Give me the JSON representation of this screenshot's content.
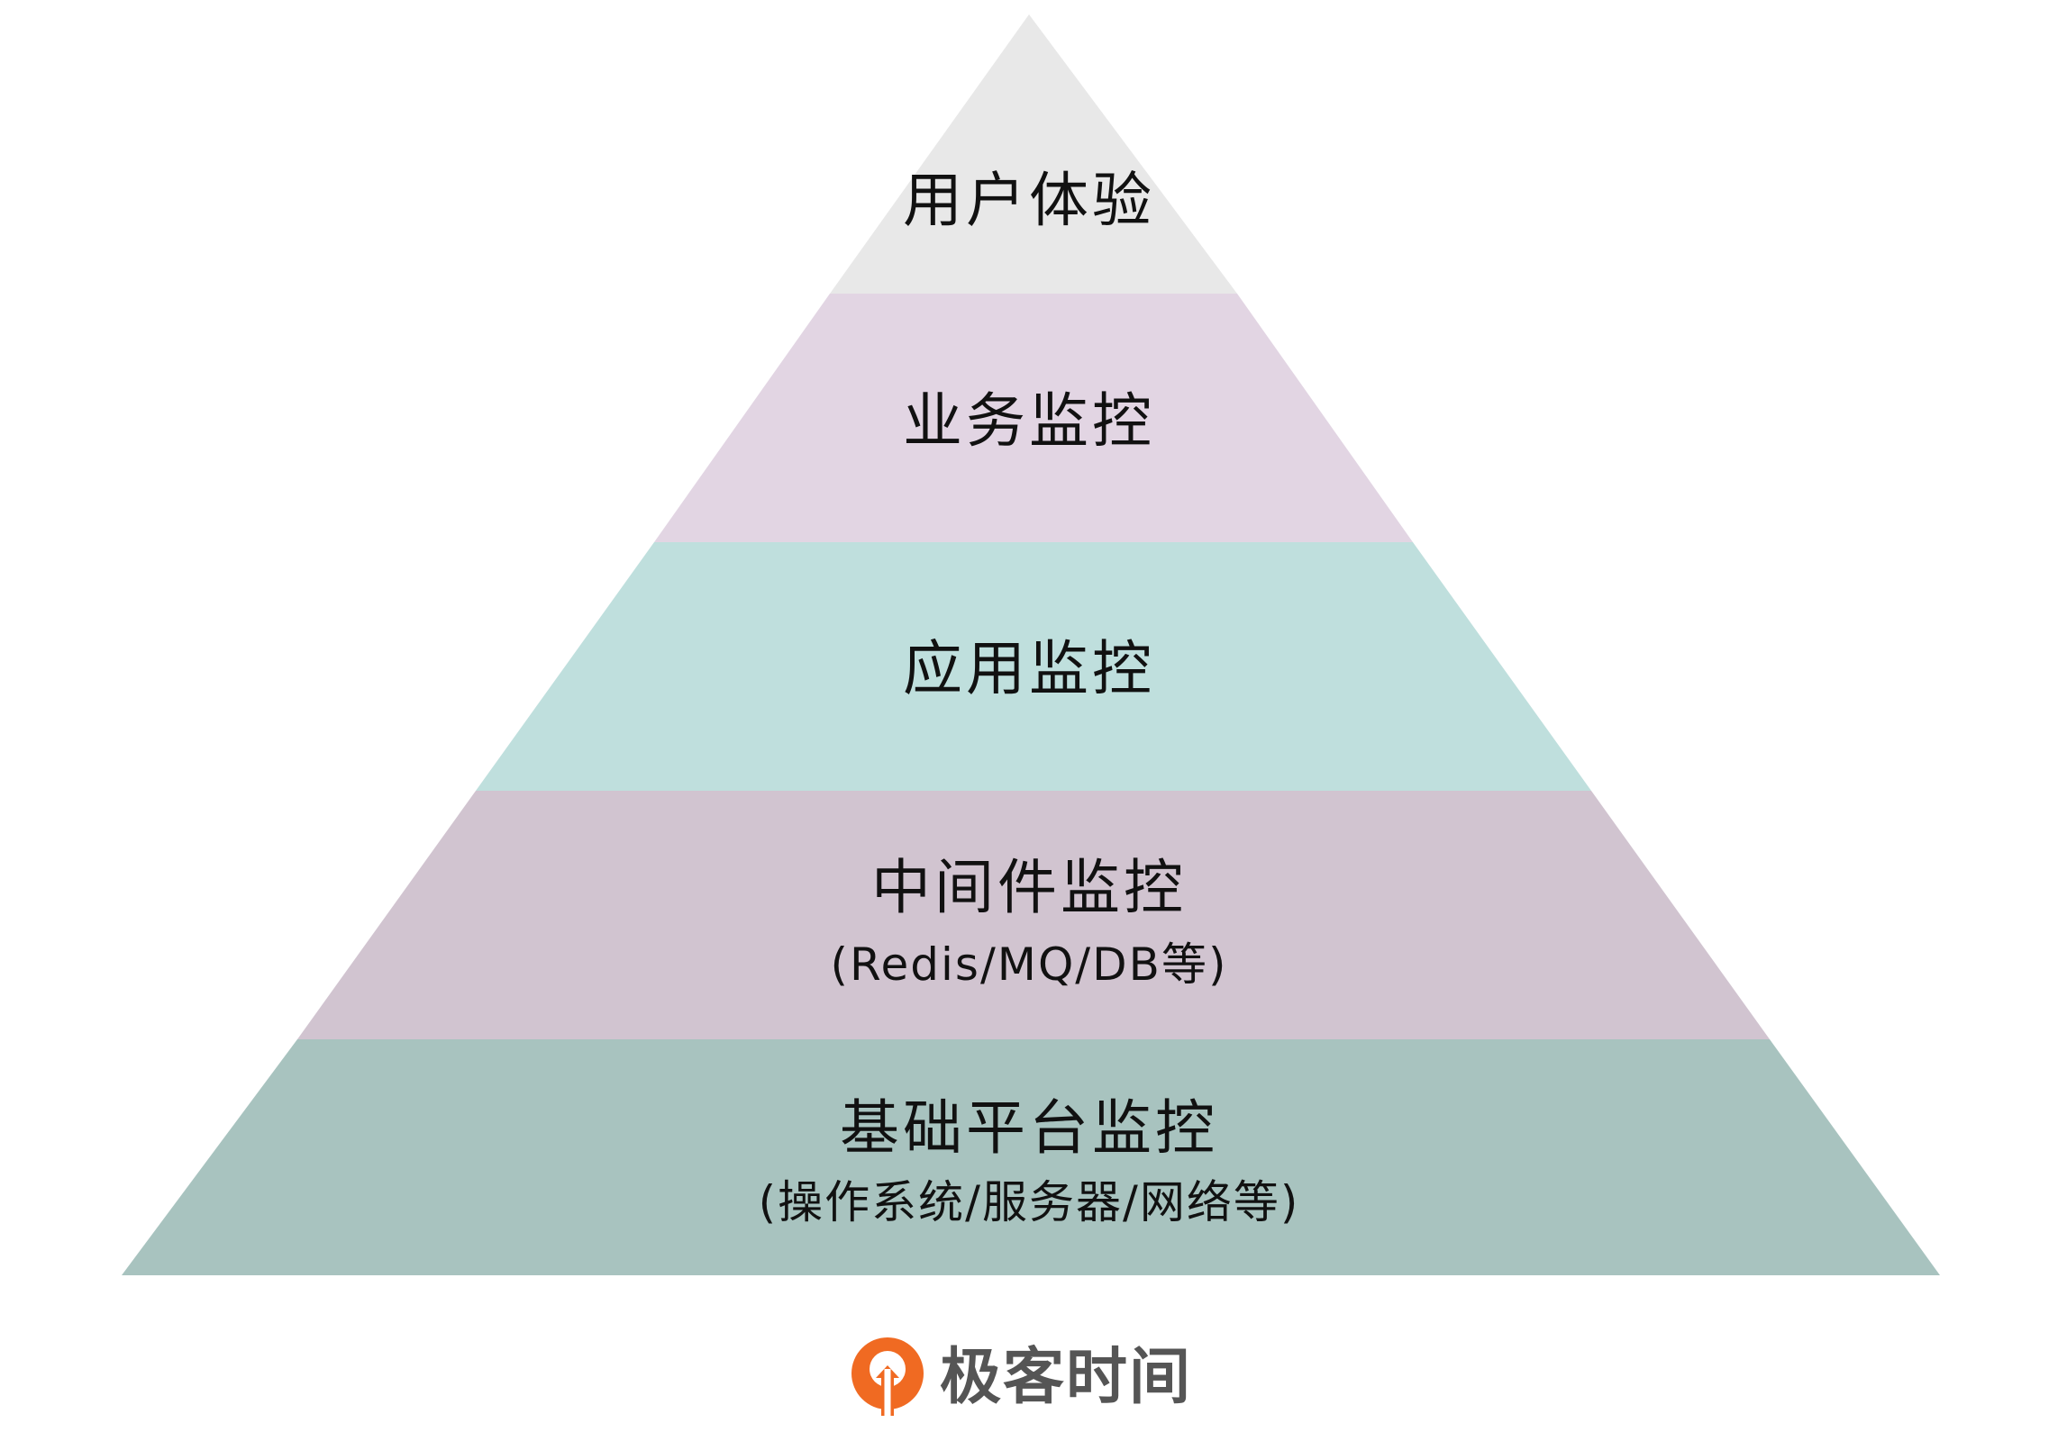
{
  "pyramid": {
    "levels": [
      {
        "title": "用户体验",
        "subtitle": "",
        "color": "#e8e8e8"
      },
      {
        "title": "业务监控",
        "subtitle": "",
        "color": "#e2d5e3"
      },
      {
        "title": "应用监控",
        "subtitle": "",
        "color": "#bfdfdd"
      },
      {
        "title": "中间件监控",
        "subtitle": "(Redis/MQ/DB等)",
        "color": "#d1c4d0"
      },
      {
        "title": "基础平台监控",
        "subtitle": "(操作系统/服务器/网络等)",
        "color": "#a8c3bf"
      }
    ]
  },
  "brand": {
    "name": "极客时间",
    "icon": "geektime-logo-icon",
    "accent": "#f06a22"
  }
}
